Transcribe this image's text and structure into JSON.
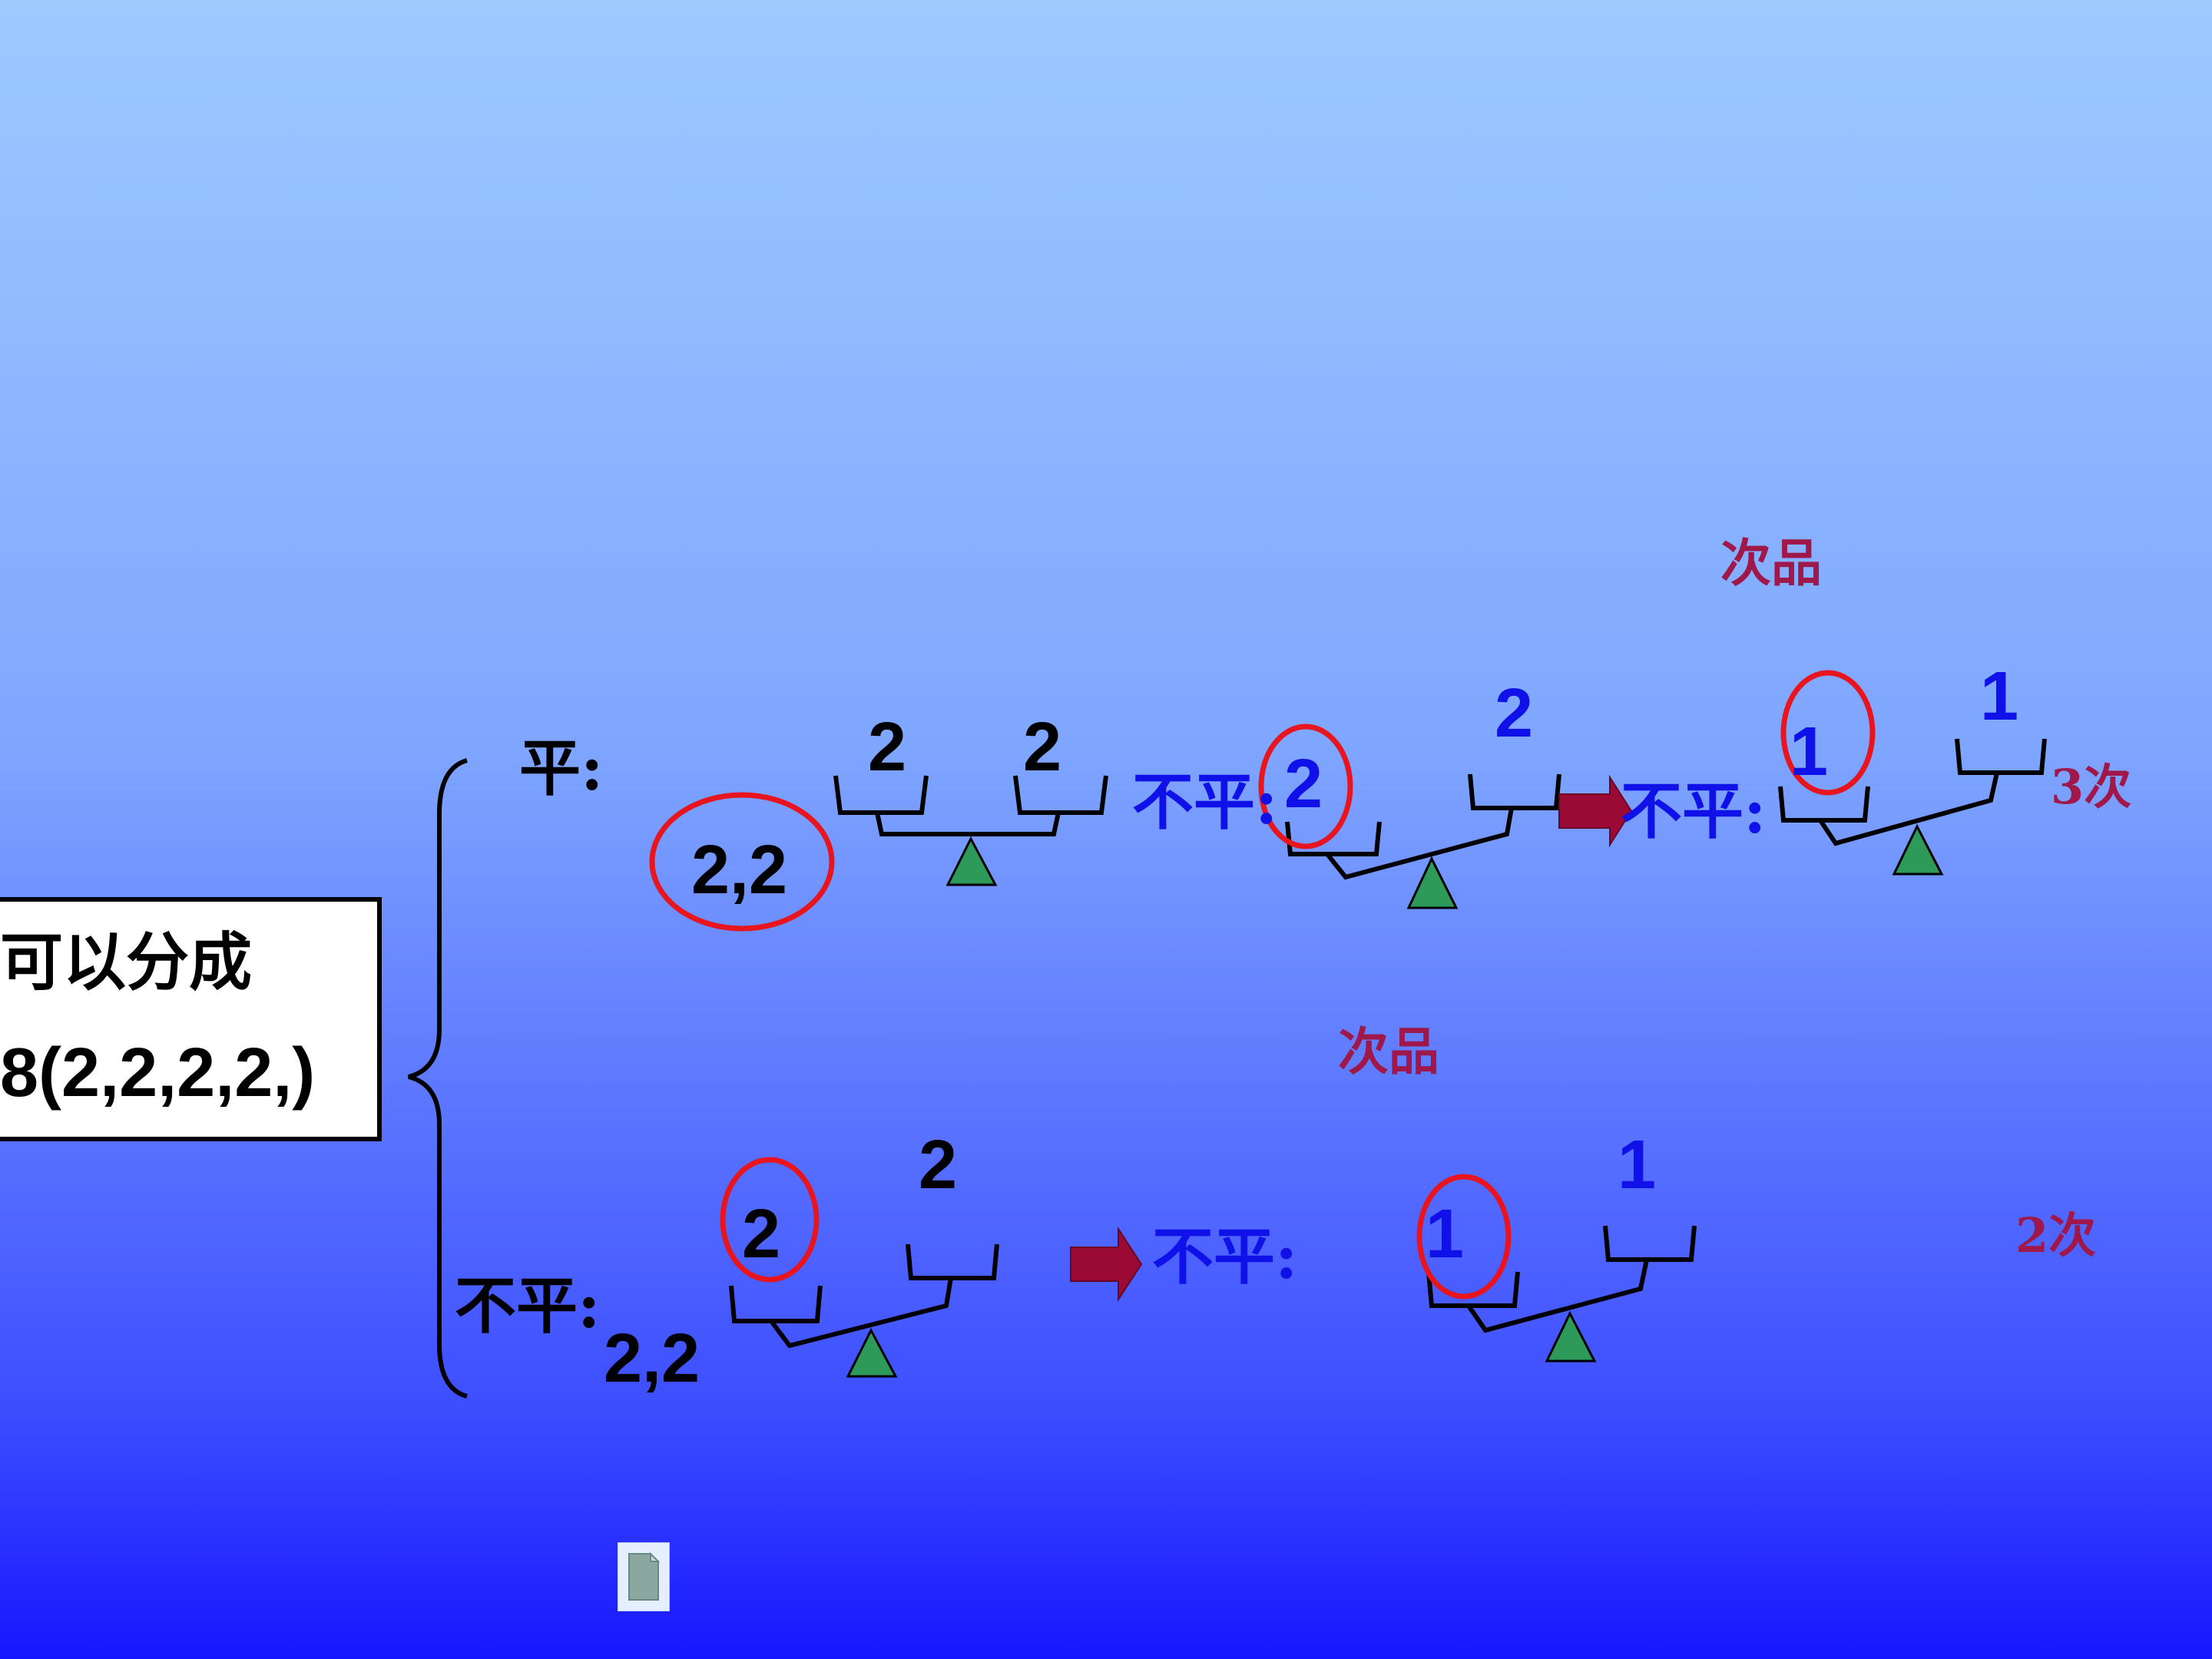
{
  "box": {
    "line1": "可以分成",
    "line2_prefix": "8(",
    "line2_g1": "2,2",
    "line2_comma": ",",
    "line2_g2": "2,2",
    "line2_suffix": ",)"
  },
  "top_branch": {
    "label": "平:",
    "group": "2,2",
    "scale1_left": "2",
    "scale1_right": "2",
    "unequal1": "不平:",
    "scale2_left": "2",
    "scale2_right": "2",
    "unequal2": "不平:",
    "scale3_left": "1",
    "scale3_right": "1",
    "defect": "次品",
    "count": "3次"
  },
  "bottom_branch": {
    "label": "不平:",
    "group": "2,2",
    "scale1_left": "2",
    "scale1_right": "2",
    "unequal": "不平:",
    "scale2_left": "1",
    "scale2_right": "1",
    "defect": "次品",
    "count": "2次"
  },
  "colors": {
    "black": "#000000",
    "blue": "#1010e8",
    "red": "#e8141e",
    "maroon": "#a0174a",
    "triangle": "#2e9a5a",
    "arrow": "#9a0a34"
  }
}
